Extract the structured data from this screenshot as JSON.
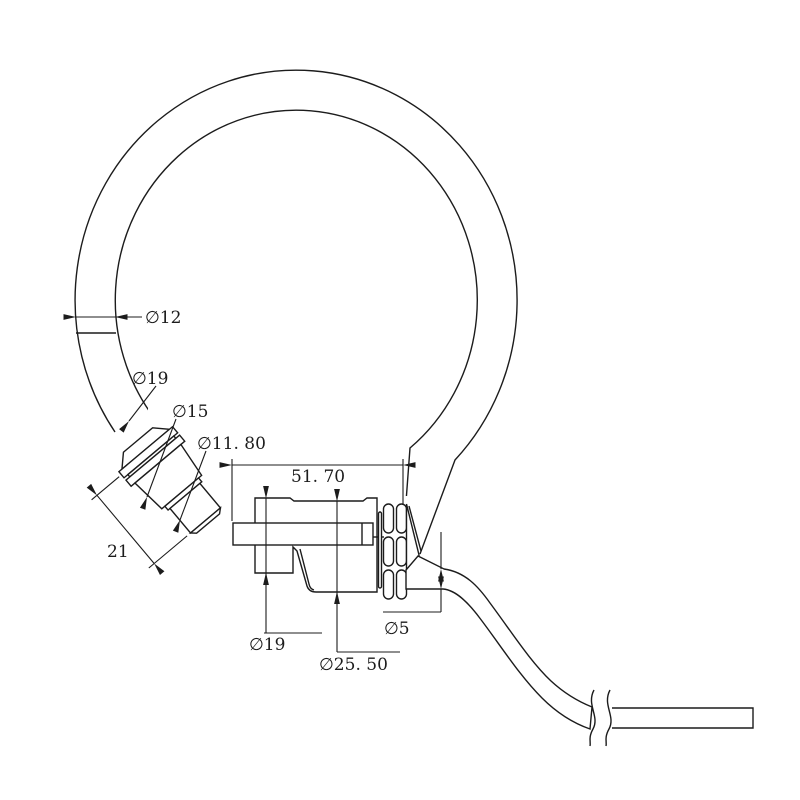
{
  "colors": {
    "background": "#ffffff",
    "ink": "#1c1c1c"
  },
  "drawing": {
    "labels": {
      "tube_diameter": "∅12",
      "connector_flange_diameter": "∅19",
      "connector_barrel_diameter": "∅15",
      "connector_tip_diameter": "∅11. 80",
      "connector_length": "21",
      "body_length": "51. 70",
      "body_small_diameter": "∅19",
      "body_large_diameter": "∅25. 50",
      "cable_diameter": "∅5"
    }
  }
}
